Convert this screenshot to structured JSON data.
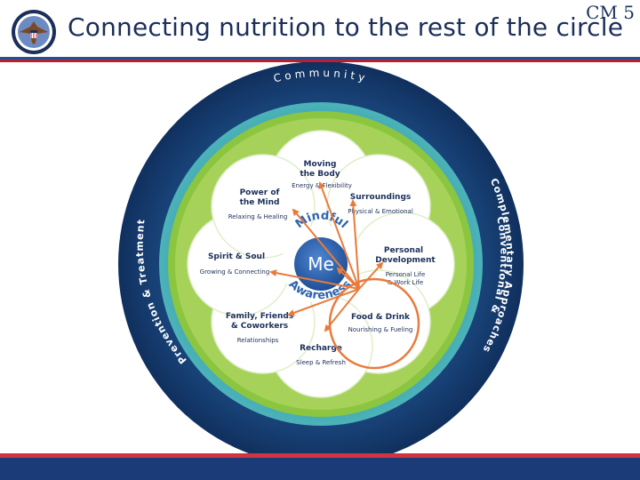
{
  "slide": {
    "title": "Connecting nutrition to the rest of the circle",
    "code": "CM 5"
  },
  "diagram": {
    "outer_ring": {
      "community": "Community",
      "left": "Prevention & Treatment",
      "right_line1": "Conventional &",
      "right_line2": "Complementary Approaches"
    },
    "center": {
      "label": "Me",
      "arc_top": "Mindful",
      "arc_bottom": "Awareness"
    },
    "petals": [
      {
        "key": "moving",
        "title_lines": [
          "Moving",
          "the Body"
        ],
        "subtitle": "Energy & Flexibility"
      },
      {
        "key": "surroundings",
        "title_lines": [
          "Surroundings"
        ],
        "subtitle": "Physical & Emotional"
      },
      {
        "key": "personal",
        "title_lines": [
          "Personal",
          "Development"
        ],
        "subtitle_lines": [
          "Personal Life",
          "& Work Life"
        ]
      },
      {
        "key": "food",
        "title_lines": [
          "Food & Drink"
        ],
        "subtitle": "Nourishing & Fueling"
      },
      {
        "key": "recharge",
        "title_lines": [
          "Recharge"
        ],
        "subtitle": "Sleep & Refresh"
      },
      {
        "key": "family",
        "title_lines": [
          "Family, Friends",
          "& Coworkers"
        ],
        "subtitle": "Relationships"
      },
      {
        "key": "spirit",
        "title_lines": [
          "Spirit & Soul"
        ],
        "subtitle": "Growing & Connecting"
      },
      {
        "key": "power",
        "title_lines": [
          "Power of",
          "the Mind"
        ],
        "subtitle": "Relaxing & Healing"
      }
    ],
    "colors": {
      "outer_navy": "#143a6e",
      "teal_ring": "#3fa3b0",
      "green_ring": "#8cc640",
      "petal_fill": "#ffffff",
      "center_blue": "#2d63b0",
      "arrow_orange": "#e87b3c"
    }
  }
}
